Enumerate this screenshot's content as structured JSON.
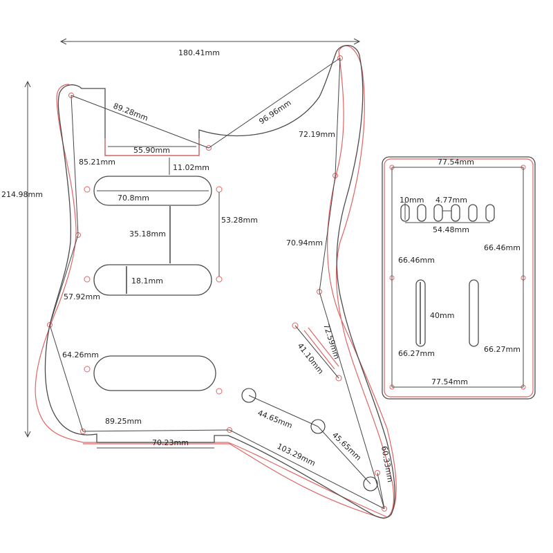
{
  "diagram": {
    "colors": {
      "cut_line": "#e06464",
      "edge_line": "#4a4a4a",
      "dimension_line": "#444444",
      "text": "#222222"
    },
    "pickguard": {
      "overall_width": "180.41mm",
      "overall_height": "214.98mm",
      "top_edge": "89.28mm",
      "horn_edge": "96.96mm",
      "neck_pocket_width": "55.90mm",
      "pocket_gap": "11.02mm",
      "pickup_length": "70.8mm",
      "pickup_spacing": "35.18mm",
      "mount_spacing": "53.28mm",
      "pickup_width": "18.1mm",
      "treble_upper": "72.19mm",
      "treble_middle": "70.94mm",
      "bass_upper": "85.21mm",
      "bass_middle": "57.92mm",
      "bass_lower": "64.26mm",
      "switch_slot": "41.10mm",
      "treble_lower": "72.59mm",
      "knob_spacing_1": "44.65mm",
      "knob_spacing_2": "45.65mm",
      "bottom_edge": "89.25mm",
      "bottom_cutout": "70.23mm",
      "tail_edge": "103.29mm",
      "tail_side": "60.33mm"
    },
    "backplate": {
      "top_width": "77.54mm",
      "bottom_width": "77.54mm",
      "slot_width": "10mm",
      "slot_gap": "4.77mm",
      "slots_span": "54.48mm",
      "left_upper": "66.46mm",
      "right_upper": "66.46mm",
      "long_slot_length": "40mm",
      "left_lower": "66.27mm",
      "right_lower": "66.27mm"
    }
  }
}
